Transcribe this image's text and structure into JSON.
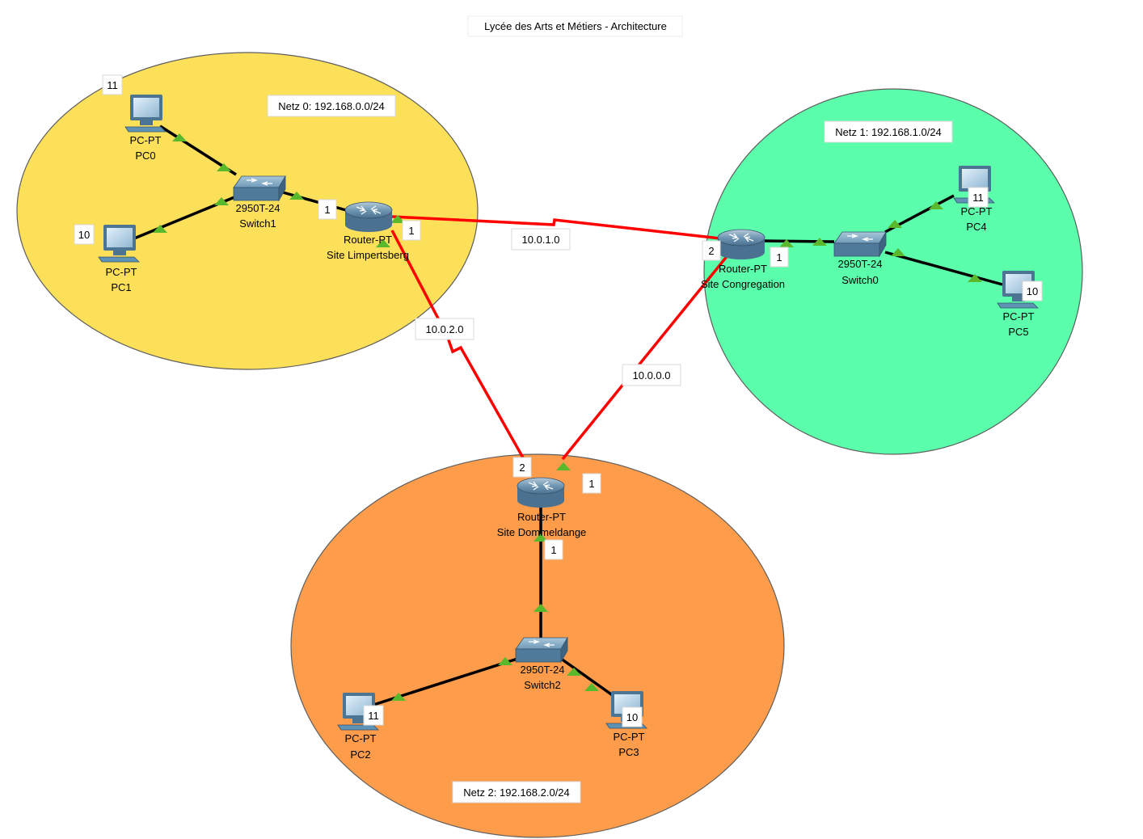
{
  "title": "Lycée des Arts et Métiers - Architecture",
  "networks": [
    {
      "id": "net0",
      "label": "Netz 0: 192.168.0.0/24",
      "color": "#fde05a"
    },
    {
      "id": "net1",
      "label": "Netz 1: 192.168.1.0/24",
      "color": "#5bffab"
    },
    {
      "id": "net2",
      "label": "Netz 2: 192.168.2.0/24",
      "color": "#fd9c4b"
    }
  ],
  "devices": {
    "pc0": {
      "model": "PC-PT",
      "name": "PC0",
      "tag": "11"
    },
    "pc1": {
      "model": "PC-PT",
      "name": "PC1",
      "tag": "10"
    },
    "pc2": {
      "model": "PC-PT",
      "name": "PC2",
      "tag": "11"
    },
    "pc3": {
      "model": "PC-PT",
      "name": "PC3",
      "tag": "10"
    },
    "pc4": {
      "model": "PC-PT",
      "name": "PC4",
      "tag": "11"
    },
    "pc5": {
      "model": "PC-PT",
      "name": "PC5",
      "tag": "10"
    },
    "switch0": {
      "model": "2950T-24",
      "name": "Switch0"
    },
    "switch1": {
      "model": "2950T-24",
      "name": "Switch1"
    },
    "switch2": {
      "model": "2950T-24",
      "name": "Switch2"
    },
    "router_limp": {
      "model": "Router-PT",
      "name": "Site Limpertsberg"
    },
    "router_cong": {
      "model": "Router-PT",
      "name": "Site Congregation"
    },
    "router_domm": {
      "model": "Router-PT",
      "name": "Site Dommeldange"
    }
  },
  "links": [
    {
      "id": "wan01",
      "label": "10.0.1.0"
    },
    {
      "id": "wan02",
      "label": "10.0.2.0"
    },
    {
      "id": "wan00",
      "label": "10.0.0.0"
    }
  ],
  "ports": {
    "limp_lan": "1",
    "limp_wan": "1",
    "cong_wan": "2",
    "cong_lan": "1",
    "domm_wan_a": "2",
    "domm_wan_b": "1",
    "domm_lan": "1"
  },
  "colors": {
    "wan_link": "#ff0000",
    "lan_link": "#000000",
    "link_up": "#5ab82d",
    "device_body": "#5f93b5"
  }
}
